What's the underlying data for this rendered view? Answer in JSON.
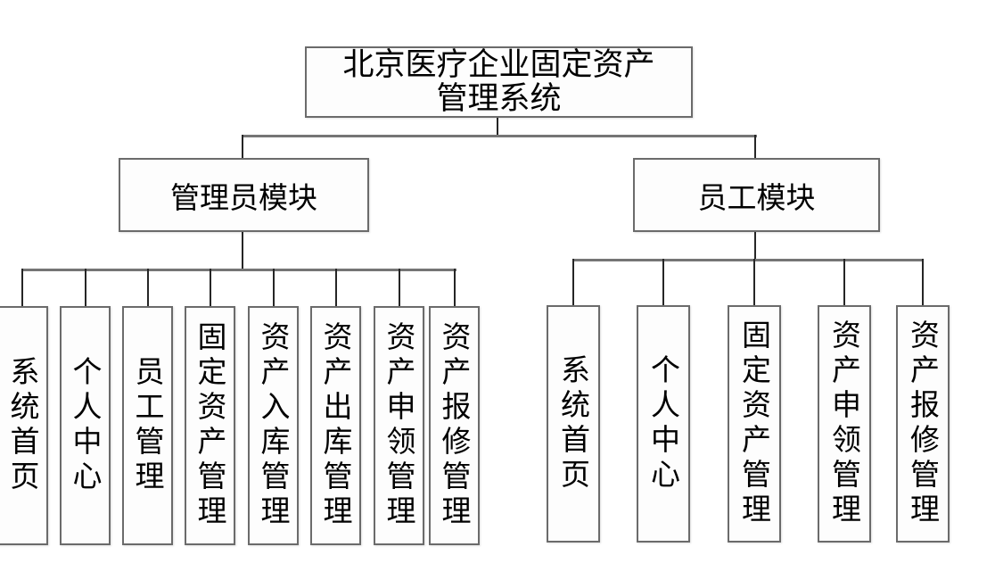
{
  "diagram": {
    "root": {
      "label": "北京医疗企业固定资产管理系统"
    },
    "modules": [
      {
        "label": "管理员模块",
        "children": [
          "系统首页",
          "个人中心",
          "员工管理",
          "固定资产管理",
          "资产入库管理",
          "资产出库管理",
          "资产申领管理",
          "资产报修管理"
        ]
      },
      {
        "label": "员工模块",
        "children": [
          "系统首页",
          "个人中心",
          "固定资产管理",
          "资产申领管理",
          "资产报修管理"
        ]
      }
    ],
    "colors": {
      "background": "#ffffff",
      "box_border": "#6b6b6b",
      "vertical_line": "#262626",
      "horizontal_line": "#757575",
      "text": "#000000"
    }
  }
}
